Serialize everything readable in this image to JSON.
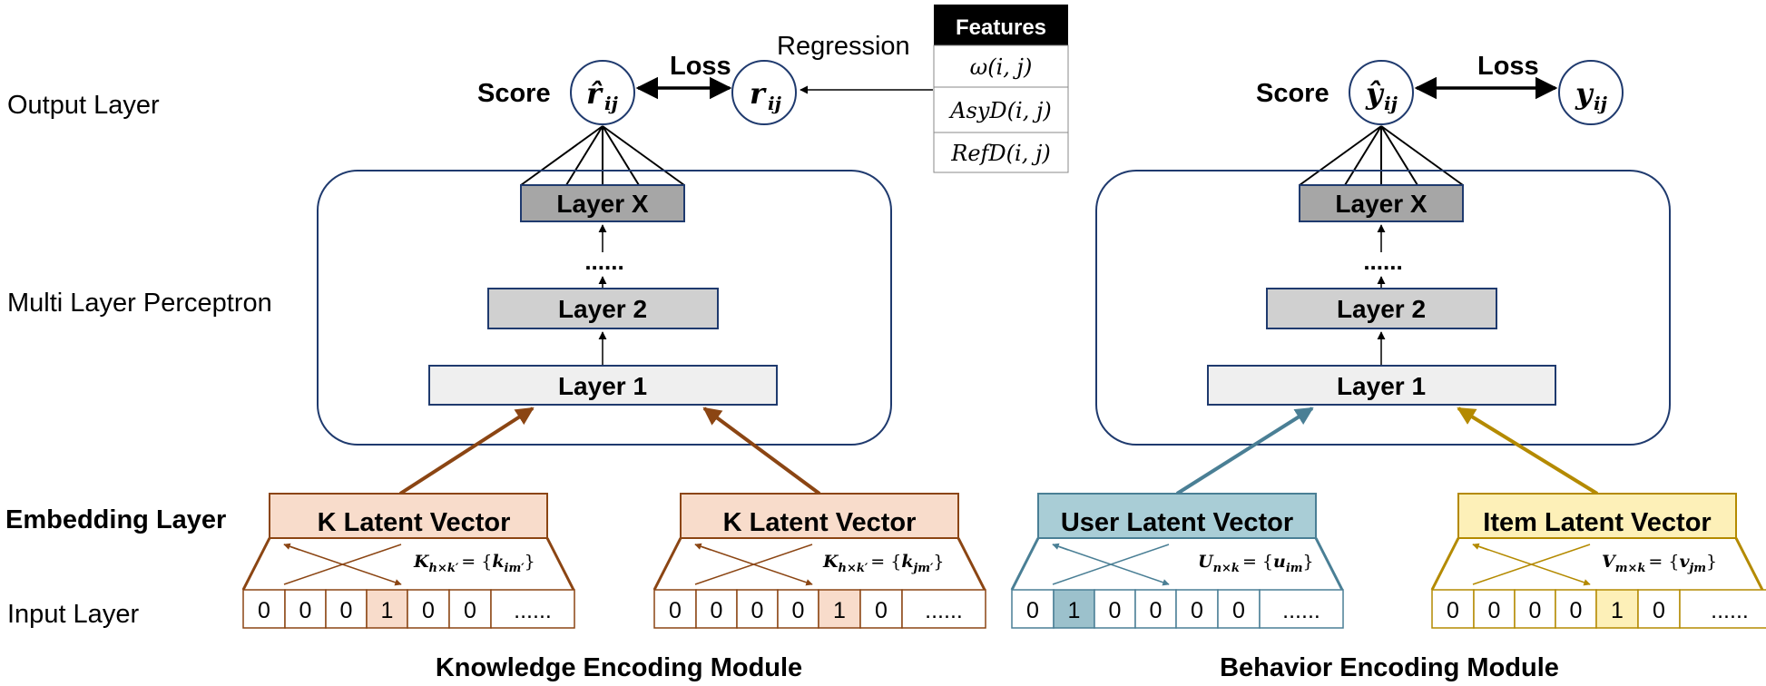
{
  "row_labels": {
    "output": "Output Layer",
    "mlp": "Multi Layer Perceptron",
    "embedding": "Embedding Layer",
    "input": "Input Layer"
  },
  "knowledge_module": {
    "title": "Knowledge Encoding Module",
    "score_label": "Score",
    "loss_label": "Loss",
    "regression_label": "Regression",
    "pred_symbol": "r̂",
    "pred_sub": "ij",
    "target_symbol": "r",
    "target_sub": "ij",
    "layers": [
      "Layer X",
      "......",
      "Layer 2",
      "Layer 1"
    ],
    "features": {
      "header": "Features",
      "rows": [
        "ω(i, j)",
        "AsyD(i, j)",
        "RefD(i, j)"
      ]
    },
    "embeddings": [
      {
        "label": "K Latent Vector",
        "formula_main": "K",
        "formula_sub": "h×k′",
        "formula_rhs": "= {",
        "formula_set": "k",
        "formula_set_sub": "im′",
        "formula_end": "}",
        "input_cells": [
          "0",
          "0",
          "0",
          "1",
          "0",
          "0",
          "......"
        ],
        "active_index": 3
      },
      {
        "label": "K Latent Vector",
        "formula_main": "K",
        "formula_sub": "h×k′",
        "formula_rhs": "= {",
        "formula_set": "k",
        "formula_set_sub": "jm′",
        "formula_end": "}",
        "input_cells": [
          "0",
          "0",
          "0",
          "0",
          "1",
          "0",
          "......"
        ],
        "active_index": 4
      }
    ]
  },
  "behavior_module": {
    "title": "Behavior Encoding Module",
    "score_label": "Score",
    "loss_label": "Loss",
    "pred_symbol": "ŷ",
    "pred_sub": "ij",
    "target_symbol": "y",
    "target_sub": "ij",
    "layers": [
      "Layer X",
      "......",
      "Layer 2",
      "Layer 1"
    ],
    "embeddings": [
      {
        "label": "User Latent Vector",
        "formula_main": "U",
        "formula_sub": "n×k",
        "formula_rhs": "= {",
        "formula_set": "u",
        "formula_set_sub": "im",
        "formula_end": "}",
        "input_cells": [
          "0",
          "1",
          "0",
          "0",
          "0",
          "0",
          "......"
        ],
        "active_index": 1
      },
      {
        "label": "Item Latent Vector",
        "formula_main": "V",
        "formula_sub": "m×k",
        "formula_rhs": "= {",
        "formula_set": "v",
        "formula_set_sub": "jm",
        "formula_end": "}",
        "input_cells": [
          "0",
          "0",
          "0",
          "0",
          "1",
          "0",
          "......"
        ],
        "active_index": 4
      }
    ]
  },
  "colors": {
    "mlp_border": "#1f3a6e",
    "layer_x_fill": "#a6a6a6",
    "layer_2_fill": "#d0d0d0",
    "layer_1_fill": "#efefef",
    "k_fill": "#f8dccb",
    "k_border": "#8b4513",
    "k_active": "#f8dccb",
    "user_fill": "#a9cdd6",
    "user_border": "#4a7f95",
    "user_active": "#9cc1cc",
    "item_fill": "#fdf0b8",
    "item_border": "#b48a00",
    "item_active": "#fdf0b8"
  }
}
